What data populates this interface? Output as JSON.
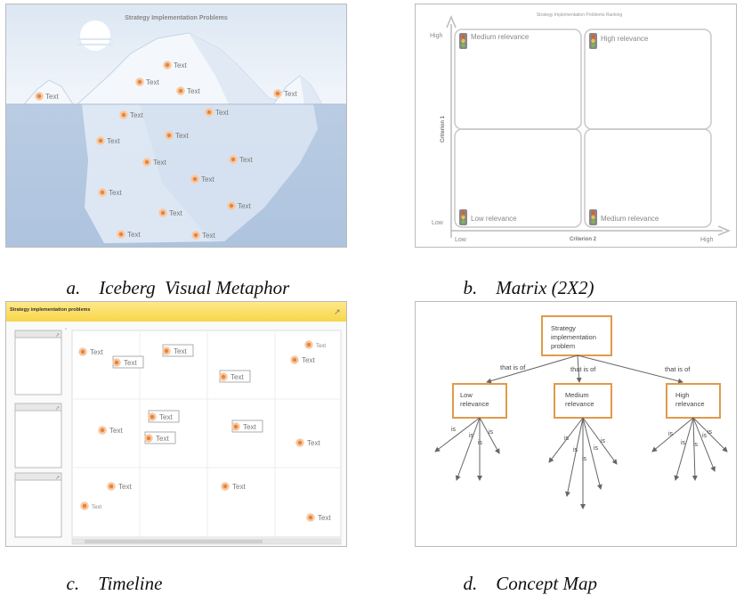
{
  "panels": {
    "a": {
      "title": "Strategy Implementation Problems",
      "caption_letter": "a.",
      "caption_text": "Iceberg  Visual Metaphor",
      "item_label": "Text"
    },
    "b": {
      "title": "Strategy Implementation Problems Ranking",
      "caption_letter": "b.",
      "caption_text": "Matrix (2X2)",
      "y_axis_label": "Criterion 1",
      "x_axis_label": "Criterion 2",
      "y_high": "High",
      "y_low": "Low",
      "x_low": "Low",
      "x_high": "High",
      "quadrants": {
        "top_left": "Medium relevance",
        "top_right": "High relevance",
        "bottom_left": "Low relevance",
        "bottom_right": "Medium relevance"
      }
    },
    "c": {
      "title": "Strategy implementation problems",
      "caption_letter": "c.",
      "caption_text": "Timeline",
      "item_label": "Text"
    },
    "d": {
      "caption_letter": "d.",
      "caption_text": "Concept Map",
      "root": "Strategy implementation problem",
      "edge_label": "that is of",
      "children": [
        "Low relevance",
        "Medium relevance",
        "High relevance"
      ],
      "leaf_edge_label": "is"
    }
  }
}
